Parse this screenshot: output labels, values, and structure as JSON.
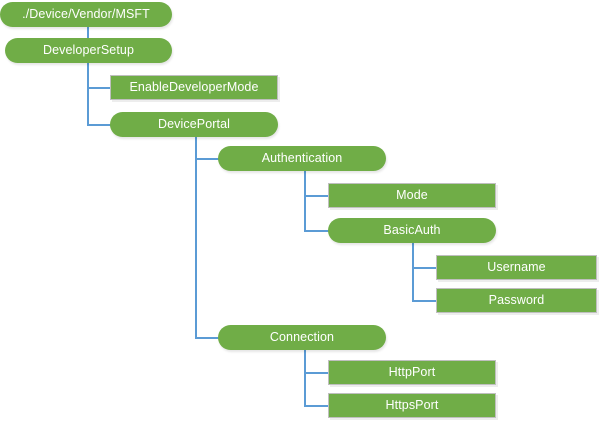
{
  "diagram": {
    "title": "DeveloperSetup CSP node tree",
    "colors": {
      "node_fill": "#70AD47",
      "node_text": "#FFFFFF",
      "connector": "#5B9BD5",
      "rect_border": "#BFBFBF",
      "background": "#FFFFFF"
    },
    "nodes": [
      {
        "id": "root",
        "label": "./Device/Vendor/MSFT",
        "shape": "pill",
        "level": 0
      },
      {
        "id": "developersetup",
        "label": "DeveloperSetup",
        "shape": "pill",
        "level": 1
      },
      {
        "id": "enabledevelopermode",
        "label": "EnableDeveloperMode",
        "shape": "rect",
        "level": 2
      },
      {
        "id": "deviceportal",
        "label": "DevicePortal",
        "shape": "pill",
        "level": 2
      },
      {
        "id": "authentication",
        "label": "Authentication",
        "shape": "pill",
        "level": 3
      },
      {
        "id": "mode",
        "label": "Mode",
        "shape": "rect",
        "level": 4
      },
      {
        "id": "basicauth",
        "label": "BasicAuth",
        "shape": "pill",
        "level": 4
      },
      {
        "id": "username",
        "label": "Username",
        "shape": "rect",
        "level": 5
      },
      {
        "id": "password",
        "label": "Password",
        "shape": "rect",
        "level": 5
      },
      {
        "id": "connection",
        "label": "Connection",
        "shape": "pill",
        "level": 3
      },
      {
        "id": "httpport",
        "label": "HttpPort",
        "shape": "rect",
        "level": 4
      },
      {
        "id": "httpsport",
        "label": "HttpsPort",
        "shape": "rect",
        "level": 4
      }
    ],
    "edges": [
      {
        "from": "root",
        "to": "developersetup"
      },
      {
        "from": "developersetup",
        "to": "enabledevelopermode"
      },
      {
        "from": "developersetup",
        "to": "deviceportal"
      },
      {
        "from": "deviceportal",
        "to": "authentication"
      },
      {
        "from": "deviceportal",
        "to": "connection"
      },
      {
        "from": "authentication",
        "to": "mode"
      },
      {
        "from": "authentication",
        "to": "basicauth"
      },
      {
        "from": "basicauth",
        "to": "username"
      },
      {
        "from": "basicauth",
        "to": "password"
      },
      {
        "from": "connection",
        "to": "httpport"
      },
      {
        "from": "connection",
        "to": "httpsport"
      }
    ]
  }
}
